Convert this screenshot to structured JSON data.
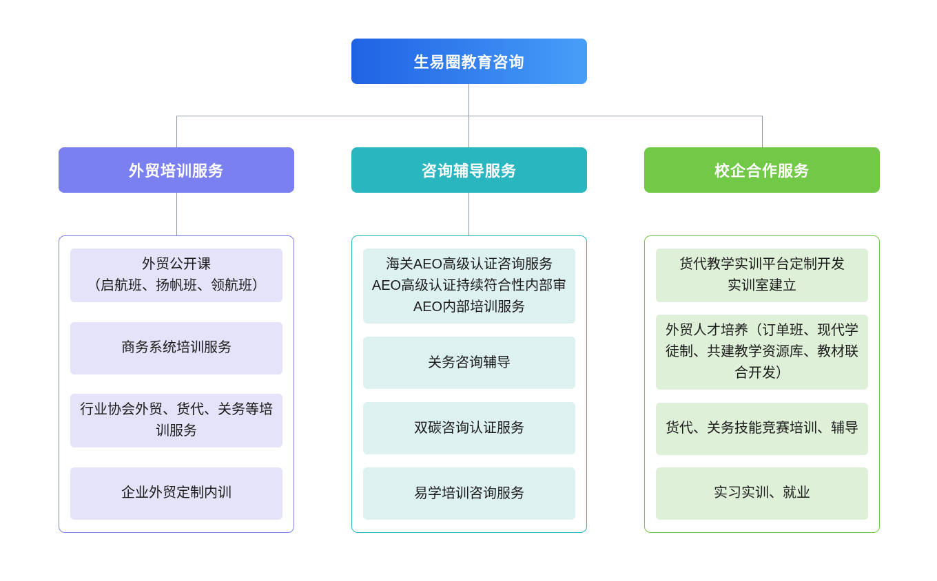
{
  "colors": {
    "root-grad-start": "#2062e4",
    "root-grad-end": "#479ef8",
    "branch-purple": "#7b80f0",
    "branch-purple-light": "#e5e3f9",
    "branch-teal": "#2ab6be",
    "branch-teal-light": "#ddf1f0",
    "branch-green": "#72c847",
    "branch-green-light": "#def0d7",
    "connector": "#8f959e",
    "header-text": "#ffffff",
    "item-text": "#1b1b1b"
  },
  "root": {
    "label": "生易圈教育咨询"
  },
  "branches": [
    {
      "label": "外贸培训服务",
      "items": [
        {
          "text": "外贸公开课\n（启航班、扬帆班、领航班）"
        },
        {
          "text": "商务系统培训服务"
        },
        {
          "text": "行业协会外贸、货代、关务等培训服务"
        },
        {
          "text": "企业外贸定制内训"
        }
      ]
    },
    {
      "label": "咨询辅导服务",
      "items": [
        {
          "text": "海关AEO高级认证咨询服务\nAEO高级认证持续符合性内部审\nAEO内部培训服务"
        },
        {
          "text": "关务咨询辅导"
        },
        {
          "text": "双碳咨询认证服务"
        },
        {
          "text": "易学培训咨询服务"
        }
      ]
    },
    {
      "label": "校企合作服务",
      "items": [
        {
          "text": "货代教学实训平台定制开发\n实训室建立"
        },
        {
          "text": "外贸人才培养（订单班、现代学徒制、共建教学资源库、教材联合开发）"
        },
        {
          "text": "货代、关务技能竞赛培训、辅导"
        },
        {
          "text": "实习实训、就业"
        }
      ]
    }
  ]
}
